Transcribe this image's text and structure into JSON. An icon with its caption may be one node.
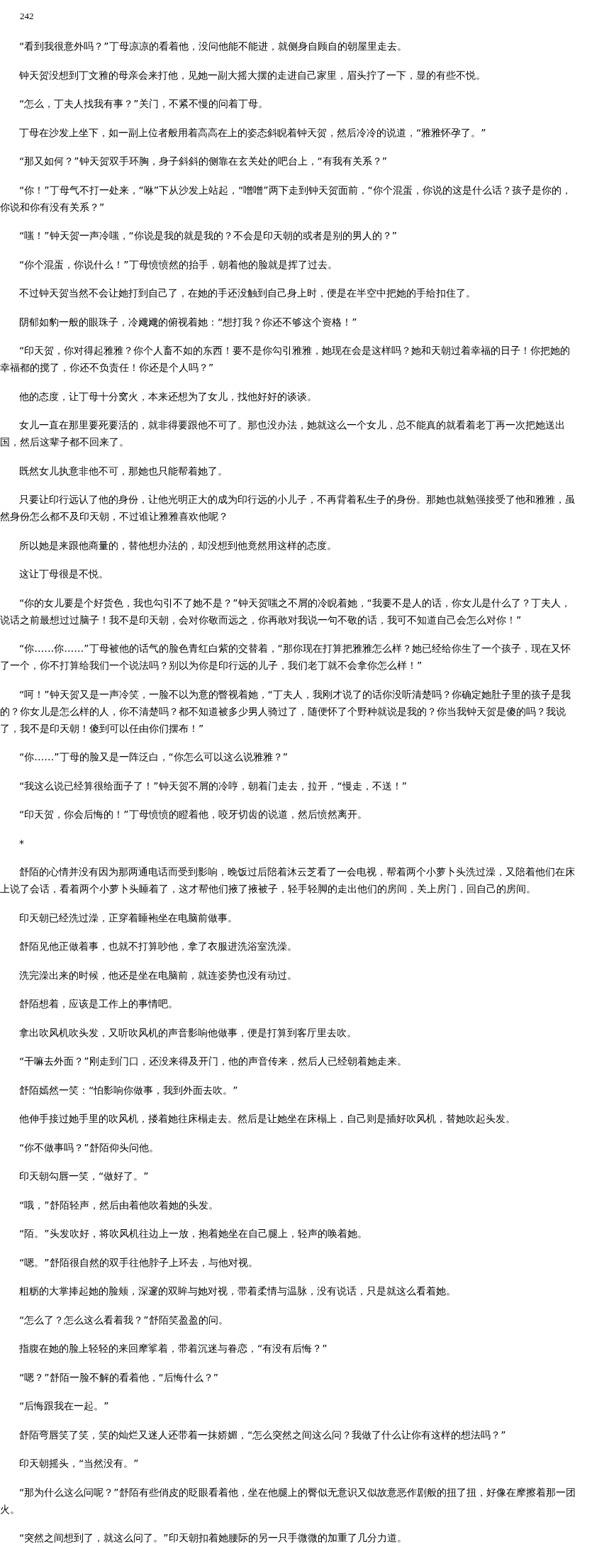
{
  "diagram": {
    "labels": [
      "242",
      "“看到我很意外吗？”丁母凉凉的看着他，没问他能不能进，就侧身自顾自的朝屋里走去。",
      "钟天贺没想到丁文雅的母亲会来打他，见她一副大摇大摆的走进自己家里，眉头拧了一下，显的有些不悦。",
      "“怎么，丁夫人找我有事？”关门，不紧不慢的问着丁母。",
      "丁母在沙发上坐下，如一副上位者般用着高高在上的姿态斜睨着钟天贺，然后冷冷的说道，“雅雅怀孕了。”",
      "“那又如何？”钟天贺双手环胸，身子斜斜的侧靠在玄关处的吧台上，“有我有关系？”",
      "“你！”丁母气不打一处来，“咻”下从沙发上站起，“噌噌”两下走到钟天贺面前，“你个混蛋，你说的这是什么话？孩子是你的，你说和你有没有关系？”",
      "“嗤！”钟天贺一声冷嗤，“你说是我的就是我的？不会是印天朝的或者是别的男人的？”",
      "“你个混蛋，你说什么！”丁母愤愤然的抬手，朝着他的脸就是挥了过去。",
      "不过钟天贺当然不会让她打到自己了，在她的手还没触到自己身上时，便是在半空中把她的手给扣住了。",
      "阴郁如豹一般的眼珠子，冷飕飕的俯视着她：“想打我？你还不够这个资格！”",
      "“印天贺，你对得起雅雅？你个人畜不如的东西！要不是你勾引雅雅，她现在会是这样吗？她和天朝过着幸福的日子！你把她的幸福都的搅了，你还不负责任！你还是个人吗？”",
      "他的态度，让丁母十分窝火，本来还想为了女儿，找他好好的谈谈。",
      "女儿一直在那里要死要活的，就非得要跟他不可了。那也没办法，她就这么一个女儿，总不能真的就看着老丁再一次把她送出国，然后这辈子都不回来了。",
      "既然女儿执意非他不可，那她也只能帮着她了。",
      "只要让印行远认了他的身份，让他光明正大的成为印行远的小儿子，不再背着私生子的身份。那她也就勉强接受了他和雅雅，虽然身份怎么都不及印天朝，不过谁让雅雅喜欢他呢？",
      "所以她是来跟他商量的，替他想办法的，却没想到他竟然用这样的态度。",
      "这让丁母很是不悦。",
      "“你的女儿要是个好货色，我也勾引不了她不是？”钟天贺嗤之不屑的冷睨着她，“我要不是人的话，你女儿是什么了？丁夫人，说话之前最想过过脑子！我不是印天朝，会对你敬而远之，你再敢对我说一句不敬的话，我可不知道自己会怎么对你！”",
      "“你……你……”丁母被他的话气的脸色青红白紫的交替着，“那你现在打算把雅雅怎么样？她已经给你生了一个孩子，现在又怀了一个，你不打算给我们一个说法吗？别以为你是印行远的儿子，我们老丁就不会拿你怎么样！”",
      "“呵！”钟天贺又是一声冷笑，一脸不以为意的瞥视着她，“丁夫人，我刚才说了的话你没听清楚吗？你确定她肚子里的孩子是我的？你女儿是怎么样的人，你不清楚吗？都不知道被多少男人骑过了，随便怀了个野种就说是我的？你当我钟天贺是傻的吗？我说了，我不是印天朝！傻到可以任由你们摆布！”",
      "“你……”丁母的脸又是一阵泛白，“你怎么可以这么说雅雅？”",
      "“我这么说已经算很给面子了！”钟天贺不屑的冷哼，朝着门走去，拉开，“慢走，不送！”",
      "“印天贺，你会后悔的！”丁母愤愤的瞪着他，咬牙切齿的说道，然后愤然离开。",
      "*",
      "舒陌的心情并没有因为那两通电话而受到影响，晚饭过后陪着沐云芝看了一会电视，帮着两个小萝卜头洗过澡，又陪着他们在床上说了会话，看着两个小萝卜头睡着了，这才帮他们掖了掖被子，轻手轻脚的走出他们的房间，关上房门，回自己的房间。",
      "印天朝已经洗过澡，正穿着睡袍坐在电脑前做事。",
      "舒陌见他正做着事，也就不打算吵他，拿了衣服进洗浴室洗澡。",
      "洗完澡出来的时候，他还是坐在电脑前，就连姿势也没有动过。",
      "舒陌想着，应该是工作上的事情吧。",
      "拿出吹风机吹头发，又听吹风机的声音影响他做事，便是打算到客厅里去吹。",
      "“干嘛去外面？”刚走到门口，还没来得及开门，他的声音传来，然后人已经朝着她走来。",
      "舒陌嫣然一笑：“怕影响你做事，我到外面去吹。”",
      "他伸手接过她手里的吹风机，搂着她往床榻走去。然后是让她坐在床榻上，自己则是插好吹风机，替她吹起头发。",
      "“你不做事吗？”舒陌仰头问他。",
      "印天朝勾唇一笑，“做好了。”",
      "“哦，”舒陌轻声，然后由着他吹着她的头发。",
      "“陌。”头发吹好，将吹风机往边上一放，抱着她坐在自己腿上，轻声的唤着她。",
      "“嗯。”舒陌很自然的双手往他脖子上环去，与他对视。",
      "粗粝的大掌捧起她的脸颊，深邃的双眸与她对视，带着柔情与温脉，没有说话，只是就这么看着她。",
      "“怎么了？怎么这么看着我？”舒陌笑盈盈的问。",
      "指腹在她的脸上轻轻的来回摩挲着，带着沉迷与眷恋，“有没有后悔？”",
      "“嗯？”舒陌一脸不解的看着他，“后悔什么？”",
      "“后悔跟我在一起。”",
      "舒陌弯唇笑了笑，笑的灿烂又迷人还带着一抹娇媚，“怎么突然之间这么问？我做了什么让你有这样的想法吗？”",
      "印天朝摇头，“当然没有。”",
      "“那为什么这么问呢？”舒陌有些俏皮的眨眼看着他，坐在他腿上的臀似无意识又似故意恶作剧般的扭了扭，好像在摩擦着那一团火。",
      "“突然之间想到了，就这么问了。”印天朝扣着她腰际的另一只手微微的加重了几分力道。"
    ]
  }
}
